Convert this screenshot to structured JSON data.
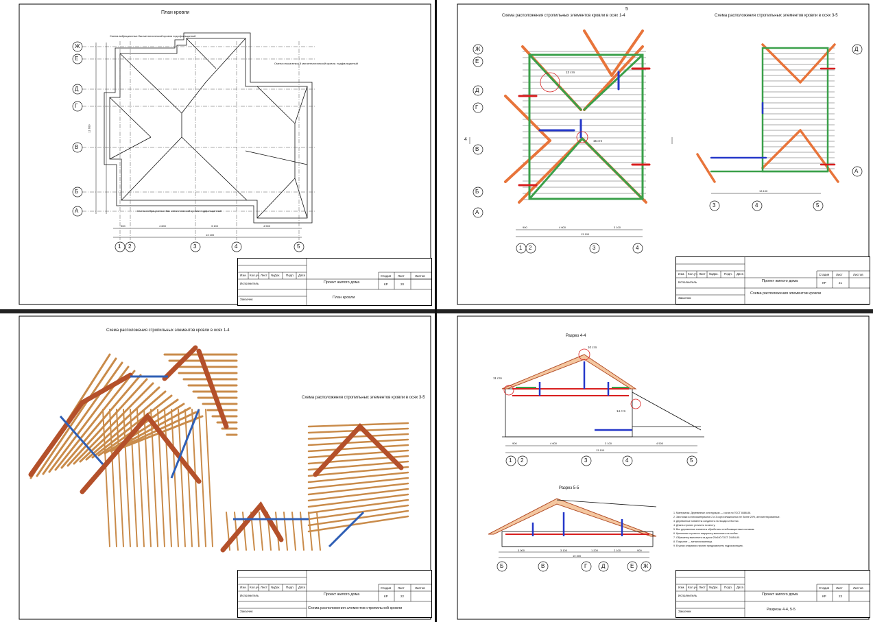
{
  "sheets": {
    "s1": {
      "title": "План кровли",
      "notes": [
        "Смена вибрационных бак металлической кровли под сфальцанной",
        "Смена стыка ветра 8 мм металлической кровли. подфальцанный",
        "Смена вибрационных бак металлической кровли подфальцанный"
      ],
      "axes_h": [
        "Ж",
        "Е",
        "Д",
        "Г",
        "В",
        "Б",
        "А"
      ],
      "axes_v": [
        "1",
        "2",
        "3",
        "4",
        "5"
      ],
      "dims": [
        "900",
        "4 600",
        "3 100",
        "4 500",
        "13 100",
        "11 600"
      ],
      "stamp": {
        "project": "Проект жилого дома",
        "sheet_name": "План кровли",
        "stage": "КР",
        "sheet_no": "20",
        "headers": [
          "Стадия",
          "Лист",
          "Листов"
        ],
        "cols": [
          "Изм.",
          "Кол.уч.",
          "Лист",
          "№Док.",
          "Подп.",
          "Дата"
        ],
        "rows": [
          "Исполнитель",
          "Заказчик"
        ]
      }
    },
    "s2": {
      "title_a": "Схема расположения стропильных элементов кровли в осях 1-4",
      "title_b": "Схема расположения стропильных элементов кровли в осях 3-5",
      "cut_label": "5",
      "cut_side": "4",
      "axes_h": [
        "Ж",
        "Е",
        "Д",
        "Г",
        "В",
        "Б",
        "А"
      ],
      "axes_v_a": [
        "1",
        "2",
        "3",
        "4"
      ],
      "axes_v_b": [
        "3",
        "4",
        "5"
      ],
      "axes_b_h": [
        "Д",
        "А"
      ],
      "dims": [
        "900",
        "4 600",
        "3 100",
        "13 100",
        "13 100"
      ],
      "callouts": [
        "13 стп",
        "15 стп"
      ],
      "stamp": {
        "project": "Проект жилого дома",
        "sheet_name": "Схема расположения элементов кровли",
        "stage": "КР",
        "sheet_no": "21",
        "headers": [
          "Стадия",
          "Лист",
          "Листов"
        ],
        "cols": [
          "Изм.",
          "Кол.уч.",
          "Лист",
          "№Док.",
          "Подп.",
          "Дата"
        ],
        "rows": [
          "Исполнитель",
          "Заказчик"
        ]
      }
    },
    "s3": {
      "title_a": "Схема расположения стропильных элементов кровли в осях 1-4",
      "title_b": "Схема расположения стропильных элементов кровли в осях 3-5",
      "stamp": {
        "project": "Проект жилого дома",
        "sheet_name": "Схема расположения элементов стропильной кровли",
        "stage": "КР",
        "sheet_no": "22",
        "headers": [
          "Стадия",
          "Лист",
          "Листов"
        ],
        "cols": [
          "Изм.",
          "Кол.уч.",
          "Лист",
          "№Док.",
          "Подп.",
          "Дата"
        ],
        "rows": [
          "Исполнитель",
          "Заказчик"
        ]
      }
    },
    "s4": {
      "title_a": "Разрез 4-4",
      "title_b": "Разрез 5-5",
      "callouts_a": [
        "10 стп",
        "11 стп",
        "14 стп"
      ],
      "axes_a": [
        "1",
        "2",
        "3",
        "4",
        "5"
      ],
      "dims_a": [
        "900",
        "4 600",
        "3 100",
        "4 500",
        "13 100"
      ],
      "axes_b": [
        "Б",
        "В",
        "Г",
        "Д",
        "Е",
        "Ж"
      ],
      "dims_b": [
        "3 000",
        "3 100",
        "1 200",
        "2 100",
        "900",
        "10 300"
      ],
      "notes": [
        "1. Материалы: Деревянные конструкции — сосна по ГОСТ 8486-86.",
        "2. Заготовки из пиломатериалов 2 и 3 сорта влажностью не более 20%, антисептированные.",
        "3. Деревянные элементы соединять на гвоздях и болтах.",
        "4. Длина стропил уточнить по месту.",
        "5. Все деревянные элементы обработать огнебиозащитным составом.",
        "6. Крепление стропил к мауэрлату выполнить на скобах.",
        "7. Обрешетку выполнить из доски 25х100 ГОСТ 24454-80.",
        "8. Покрытие — металлочерепица.",
        "9. В узлах опирания стропил предусмотреть гидроизоляцию."
      ],
      "stamp": {
        "project": "Проект жилого дома",
        "sheet_name": "Разрезы 4-4, 5-5",
        "stage": "КР",
        "sheet_no": "23",
        "headers": [
          "Стадия",
          "Лист",
          "Листов"
        ],
        "cols": [
          "Изм.",
          "Кол.уч.",
          "Лист",
          "№Док.",
          "Подп.",
          "Дата"
        ],
        "rows": [
          "Исполнитель",
          "Заказчик"
        ]
      }
    }
  },
  "colors": {
    "rafter_orange": "#e8743a",
    "rafter_green": "#3aa04a",
    "beam_blue": "#2437c9",
    "beam_red": "#d81e1e",
    "wood_3d": "#c98b4a",
    "wood_dark": "#b4502a",
    "line": "#111111"
  }
}
